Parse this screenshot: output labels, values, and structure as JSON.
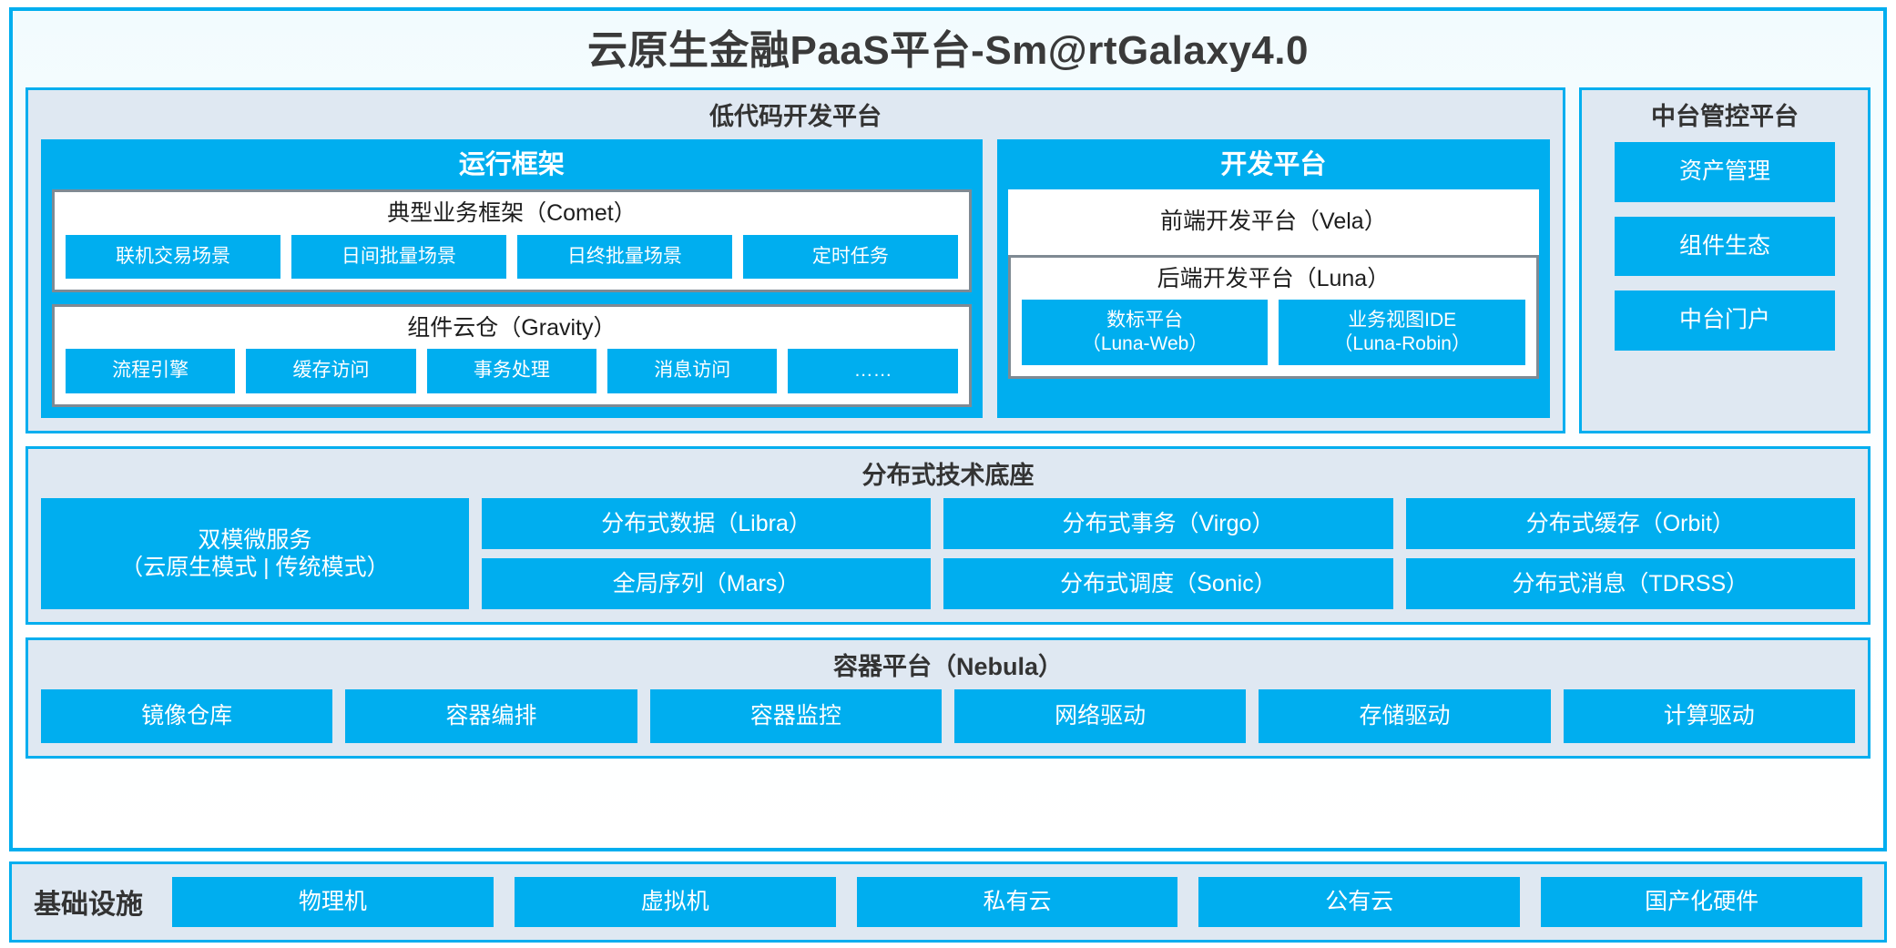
{
  "colors": {
    "accent_blue": "#00AEEF",
    "panel_fill": "#dfe8f2",
    "box_border_grey": "#7f8a93",
    "title_text": "#3a3a3a"
  },
  "platform": {
    "title": "云原生金融PaaS平台-Sm@rtGalaxy4.0"
  },
  "lowcode": {
    "title": "低代码开发平台",
    "runtime": {
      "title": "运行框架",
      "comet": {
        "title": "典型业务框架（Comet）",
        "items": [
          "联机交易场景",
          "日间批量场景",
          "日终批量场景",
          "定时任务"
        ]
      },
      "gravity": {
        "title": "组件云仓（Gravity）",
        "items": [
          "流程引擎",
          "缓存访问",
          "事务处理",
          "消息访问",
          "……"
        ]
      }
    },
    "devplatform": {
      "title": "开发平台",
      "frontend": "前端开发平台（Vela）",
      "backend": {
        "title": "后端开发平台（Luna）",
        "items": [
          {
            "name": "数标平台",
            "code": "（Luna-Web）"
          },
          {
            "name": "业务视图IDE",
            "code": "（Luna-Robin）"
          }
        ]
      }
    }
  },
  "midoffice": {
    "title": "中台管控平台",
    "items": [
      "资产管理",
      "组件生态",
      "中台门户"
    ]
  },
  "distributed": {
    "title": "分布式技术底座",
    "microservice": {
      "name": "双模微服务",
      "modes": "（云原生模式 | 传统模式）"
    },
    "columns": [
      [
        "分布式数据（Libra）",
        "全局序列（Mars）"
      ],
      [
        "分布式事务（Virgo）",
        "分布式调度（Sonic）"
      ],
      [
        "分布式缓存（Orbit）",
        "分布式消息（TDRSS）"
      ]
    ]
  },
  "container": {
    "title": "容器平台（Nebula）",
    "items": [
      "镜像仓库",
      "容器编排",
      "容器监控",
      "网络驱动",
      "存储驱动",
      "计算驱动"
    ]
  },
  "infrastructure": {
    "label": "基础设施",
    "items": [
      "物理机",
      "虚拟机",
      "私有云",
      "公有云",
      "国产化硬件"
    ]
  }
}
